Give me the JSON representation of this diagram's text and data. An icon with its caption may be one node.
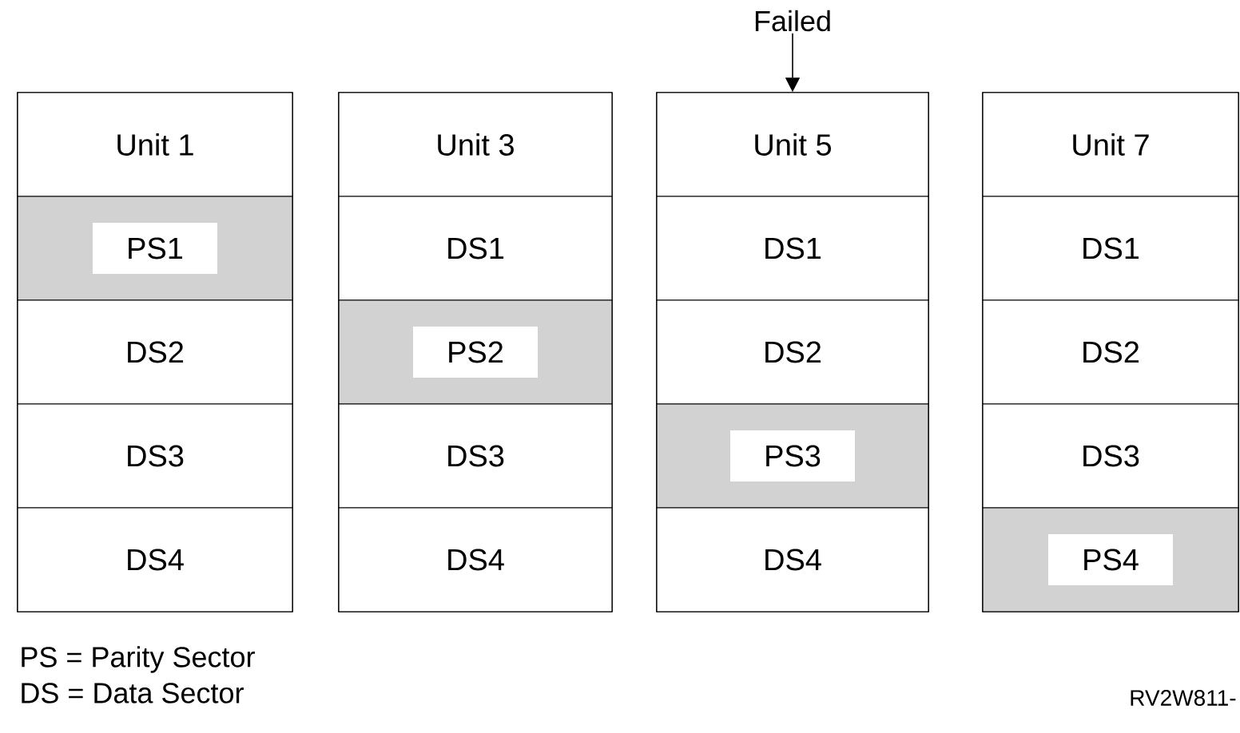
{
  "diagram": {
    "nodes": [
      {
        "text": [
          "Failed"
        ]
      },
      {
        "text": [],
        "shape": "box"
      },
      {
        "text": [
          "Unit 1"
        ],
        "in": 1
      },
      {
        "text": [
          "PS1"
        ],
        "in": 1
      },
      {
        "text": [
          "DS2"
        ],
        "in": 1
      },
      {
        "text": [
          "DS3"
        ],
        "in": 1
      },
      {
        "text": [
          "DS4"
        ],
        "in": 1
      },
      {
        "text": [],
        "shape": "box"
      },
      {
        "text": [
          "Unit 3"
        ],
        "in": 7
      },
      {
        "text": [
          "DS1"
        ],
        "in": 7
      },
      {
        "text": [
          "PS2"
        ],
        "in": 7
      },
      {
        "text": [
          "DS3"
        ],
        "in": 7
      },
      {
        "text": [
          "DS4"
        ],
        "in": 7
      },
      {
        "text": [],
        "shape": "box"
      },
      {
        "text": [
          "Unit 5"
        ],
        "in": 13
      },
      {
        "text": [
          "DS1"
        ],
        "in": 13
      },
      {
        "text": [
          "DS2"
        ],
        "in": 13
      },
      {
        "text": [
          "PS3"
        ],
        "in": 13
      },
      {
        "text": [
          "DS4"
        ],
        "in": 13
      },
      {
        "text": [],
        "shape": "box"
      },
      {
        "text": [
          "Unit 7"
        ],
        "in": 19
      },
      {
        "text": [
          "DS1"
        ],
        "in": 19
      },
      {
        "text": [
          "DS2"
        ],
        "in": 19
      },
      {
        "text": [
          "DS3"
        ],
        "in": 19
      },
      {
        "text": [
          "PS4"
        ],
        "in": 19
      }
    ],
    "edges": [
      {
        "from": 0,
        "to": 13,
        "arrow": "to"
      }
    ],
    "labels": [
      "PS = Parity Sector",
      "DS = Data Sector",
      "RV2W811-"
    ]
  }
}
